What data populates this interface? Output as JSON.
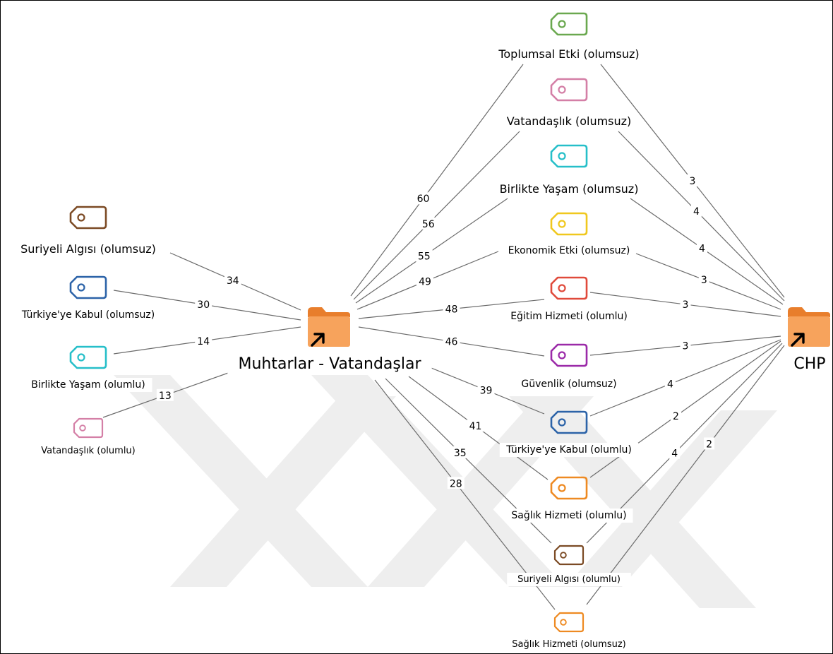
{
  "hubs": [
    {
      "id": "muhtar",
      "label": "Muhtarlar - Vatandaşlar"
    },
    {
      "id": "chp",
      "label": "CHP"
    }
  ],
  "codes": [
    {
      "id": "toplumsal-etki-olumsuz",
      "label": "Toplumsal Etki (olumsuz)",
      "color": "#6aa84f"
    },
    {
      "id": "vatandaslik-olumsuz",
      "label": "Vatandaşlık (olumsuz)",
      "color": "#d47fa6"
    },
    {
      "id": "birlikte-yasam-olumsuz",
      "label": "Birlikte Yaşam (olumsuz)",
      "color": "#26bfc9"
    },
    {
      "id": "ekonomik-etki-olumsuz",
      "label": "Ekonomik Etki (olumsuz)",
      "color": "#f0c81e"
    },
    {
      "id": "egitim-hizmeti-olumlu",
      "label": "Eğitim Hizmeti (olumlu)",
      "color": "#e04a3b"
    },
    {
      "id": "guvenlik-olumsuz",
      "label": "Güvenlik (olumsuz)",
      "color": "#9b2aa8"
    },
    {
      "id": "turkiyeye-kabul-olumlu",
      "label": "Türkiye'ye Kabul (olumlu)",
      "color": "#2c63a8"
    },
    {
      "id": "saglik-hizmeti-olumlu",
      "label": "Sağlık Hizmeti (olumlu)",
      "color": "#ee8a22"
    },
    {
      "id": "suriyeli-algisi-olumlu",
      "label": "Suriyeli Algısı (olumlu)",
      "color": "#7b4a24"
    },
    {
      "id": "saglik-hizmeti-olumsuz",
      "label": "Sağlık Hizmeti (olumsuz)",
      "color": "#ee8a22"
    },
    {
      "id": "suriyeli-algisi-olumsuz",
      "label": "Suriyeli Algısı (olumsuz)",
      "color": "#7b4a24"
    },
    {
      "id": "turkiyeye-kabul-olumsuz",
      "label": "Türkiye'ye Kabul (olumsuz)",
      "color": "#2c63a8"
    },
    {
      "id": "birlikte-yasam-olumlu",
      "label": "Birlikte Yaşam (olumlu)",
      "color": "#26bfc9"
    },
    {
      "id": "vatandaslik-olumlu",
      "label": "Vatandaşlık (olumlu)",
      "color": "#d47fa6"
    }
  ],
  "edges": [
    {
      "from": "muhtar",
      "to": "toplumsal-etki-olumsuz",
      "weight": "60"
    },
    {
      "from": "muhtar",
      "to": "vatandaslik-olumsuz",
      "weight": "56"
    },
    {
      "from": "muhtar",
      "to": "birlikte-yasam-olumsuz",
      "weight": "55"
    },
    {
      "from": "muhtar",
      "to": "ekonomik-etki-olumsuz",
      "weight": "49"
    },
    {
      "from": "muhtar",
      "to": "egitim-hizmeti-olumlu",
      "weight": "48"
    },
    {
      "from": "muhtar",
      "to": "guvenlik-olumsuz",
      "weight": "46"
    },
    {
      "from": "muhtar",
      "to": "turkiyeye-kabul-olumlu",
      "weight": "39"
    },
    {
      "from": "muhtar",
      "to": "saglik-hizmeti-olumlu",
      "weight": "41"
    },
    {
      "from": "muhtar",
      "to": "suriyeli-algisi-olumlu",
      "weight": "35"
    },
    {
      "from": "muhtar",
      "to": "saglik-hizmeti-olumsuz",
      "weight": "28"
    },
    {
      "from": "muhtar",
      "to": "suriyeli-algisi-olumsuz",
      "weight": "34"
    },
    {
      "from": "muhtar",
      "to": "turkiyeye-kabul-olumsuz",
      "weight": "30"
    },
    {
      "from": "muhtar",
      "to": "birlikte-yasam-olumlu",
      "weight": "14"
    },
    {
      "from": "muhtar",
      "to": "vatandaslik-olumlu",
      "weight": "13"
    },
    {
      "from": "chp",
      "to": "toplumsal-etki-olumsuz",
      "weight": "3"
    },
    {
      "from": "chp",
      "to": "vatandaslik-olumsuz",
      "weight": "4"
    },
    {
      "from": "chp",
      "to": "birlikte-yasam-olumsuz",
      "weight": "4"
    },
    {
      "from": "chp",
      "to": "ekonomik-etki-olumsuz",
      "weight": "3"
    },
    {
      "from": "chp",
      "to": "egitim-hizmeti-olumlu",
      "weight": "3"
    },
    {
      "from": "chp",
      "to": "guvenlik-olumsuz",
      "weight": "3"
    },
    {
      "from": "chp",
      "to": "turkiyeye-kabul-olumlu",
      "weight": "4"
    },
    {
      "from": "chp",
      "to": "saglik-hizmeti-olumlu",
      "weight": "2"
    },
    {
      "from": "chp",
      "to": "suriyeli-algisi-olumlu",
      "weight": "4"
    },
    {
      "from": "chp",
      "to": "saglik-hizmeti-olumsuz",
      "weight": "2"
    }
  ],
  "colors": {
    "folder": "#f7a35c",
    "folder_tab": "#e87e2c",
    "edge": "#6b6b6b"
  },
  "icons": {
    "hub": "folder-shortcut-icon",
    "code": "tag-icon"
  }
}
